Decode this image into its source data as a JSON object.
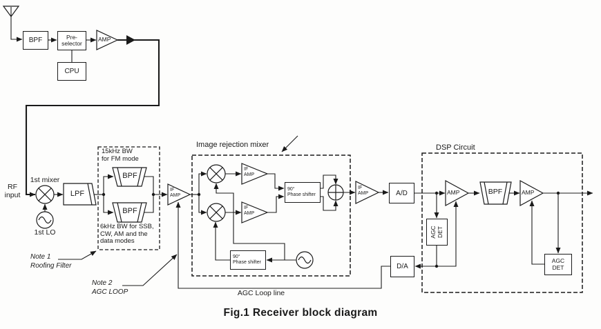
{
  "colors": {
    "line": "#1a1a1a",
    "background": "#fdfdfc"
  },
  "icons": {
    "antenna": "antenna-icon",
    "mixer": "mixer-circle-x-icon",
    "oscillator": "oscillator-sine-icon",
    "summer": "sum-plus-circle-icon",
    "amplifier": "amp-triangle-icon",
    "filter": "filter-trapezoid-icon"
  },
  "front_end": {
    "bpf": "BPF",
    "preselector": "Pre-\nselector",
    "amp": "AMP",
    "cpu": "CPU"
  },
  "rf_section": {
    "rf_input": "RF\ninput",
    "first_mixer": "1st mixer",
    "first_lo": "1st LO",
    "lpf": "LPF"
  },
  "roofing_filter": {
    "top_note": "15kHz BW\nfor FM mode",
    "bpf1": "BPF",
    "bpf2": "BPF",
    "bottom_note": "6kHz BW for SSB,\nCW, AM and the\ndata modes",
    "note": "Note 1\nRoofing Filter"
  },
  "if_amp1": "IF\nAMP",
  "image_rejection": {
    "title": "Image rejection mixer",
    "if_amp_top": "IF\nAMP",
    "if_amp_bottom": "IF\nAMP",
    "phase_shifter1": "90°\nPhase shifter",
    "phase_shifter2": "90°\nPhase shifter"
  },
  "if_amp3": "IF\nAMP",
  "adc": "A/D",
  "dac": "D/A",
  "dsp": {
    "title": "DSP Circuit",
    "amp1": "AMP",
    "bpf": "BPF",
    "amp2": "AMP",
    "agc_det1": "AGC\nDET",
    "agc_det2": "AGC\nDET"
  },
  "agc": {
    "note": "Note 2\nAGC LOOP",
    "loop_line_label": "AGC Loop line"
  },
  "caption": "Fig.1 Receiver block diagram"
}
